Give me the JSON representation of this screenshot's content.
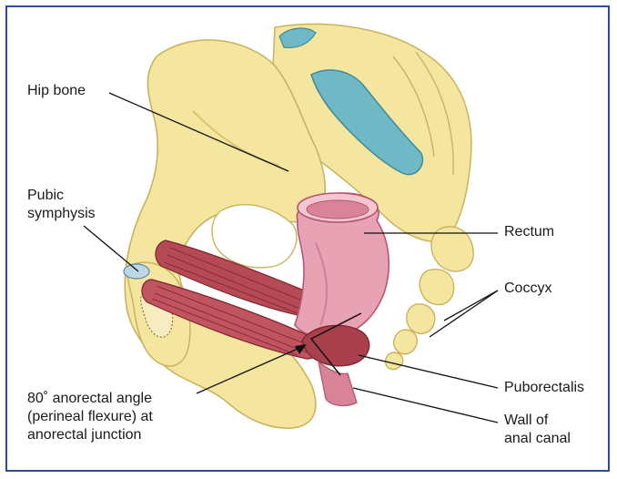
{
  "figure": {
    "border_color": "#2a4f93",
    "colors": {
      "bone": "#f4e59f",
      "bone_shadow": "#d9c56e",
      "cartilage": "#6fb8c6",
      "rectum": "#e7a2b4",
      "rectum_dark": "#b65670",
      "muscle": "#b54a55",
      "muscle_dark": "#7c2430"
    },
    "labels": {
      "hip_bone": "Hip bone",
      "pubic_symphysis_line1": "Pubic",
      "pubic_symphysis_line2": "symphysis",
      "rectum": "Rectum",
      "coccyx": "Coccyx",
      "puborectalis": "Puborectalis",
      "wall_line1": "Wall of",
      "wall_line2": "anal canal",
      "angle_line1": "80˚ anorectal angle",
      "angle_line2": "(perineal flexure) at",
      "angle_line3": "anorectal junction"
    }
  }
}
